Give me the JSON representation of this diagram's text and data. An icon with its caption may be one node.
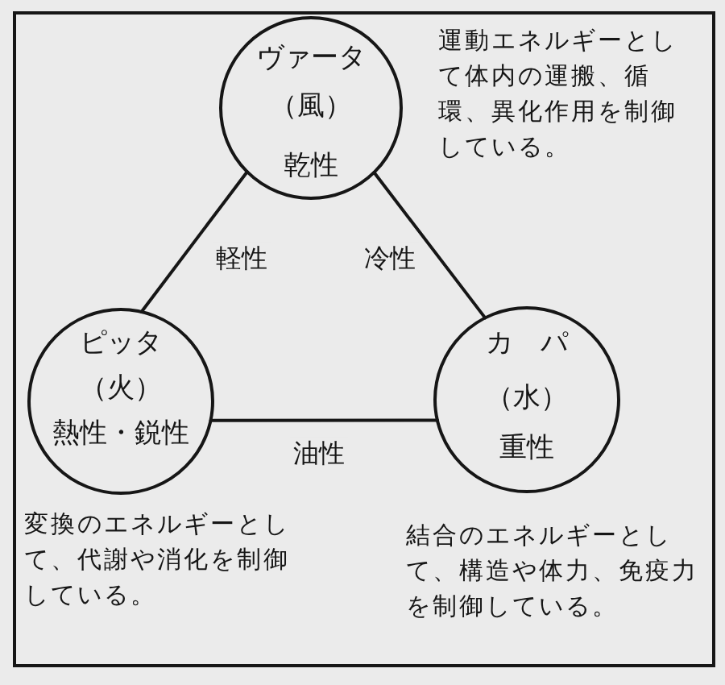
{
  "diagram": {
    "nodes": [
      {
        "text": [
          "ヴァータ",
          "（風）",
          "乾性"
        ],
        "beside": [
          "運動エネルギーとして体内の運搬、循環、異化作用を制御している。"
        ]
      },
      {
        "text": [
          "ピッタ",
          "（火）",
          "熱性・鋭性"
        ],
        "beside": [
          "変換のエネルギーとして、代謝や消化を制御している。"
        ]
      },
      {
        "text": [
          "カ　パ",
          "（水）",
          "重性"
        ],
        "beside": [
          "結合のエネルギーとして、構造や体力、免疫力を制御している。"
        ]
      }
    ],
    "edges": [
      {
        "from": 0,
        "to": 1,
        "arrow": "none",
        "label": "軽性"
      },
      {
        "from": 0,
        "to": 2,
        "arrow": "none",
        "label": "冷性"
      },
      {
        "from": 1,
        "to": 2,
        "arrow": "none",
        "label": "油性"
      }
    ]
  }
}
